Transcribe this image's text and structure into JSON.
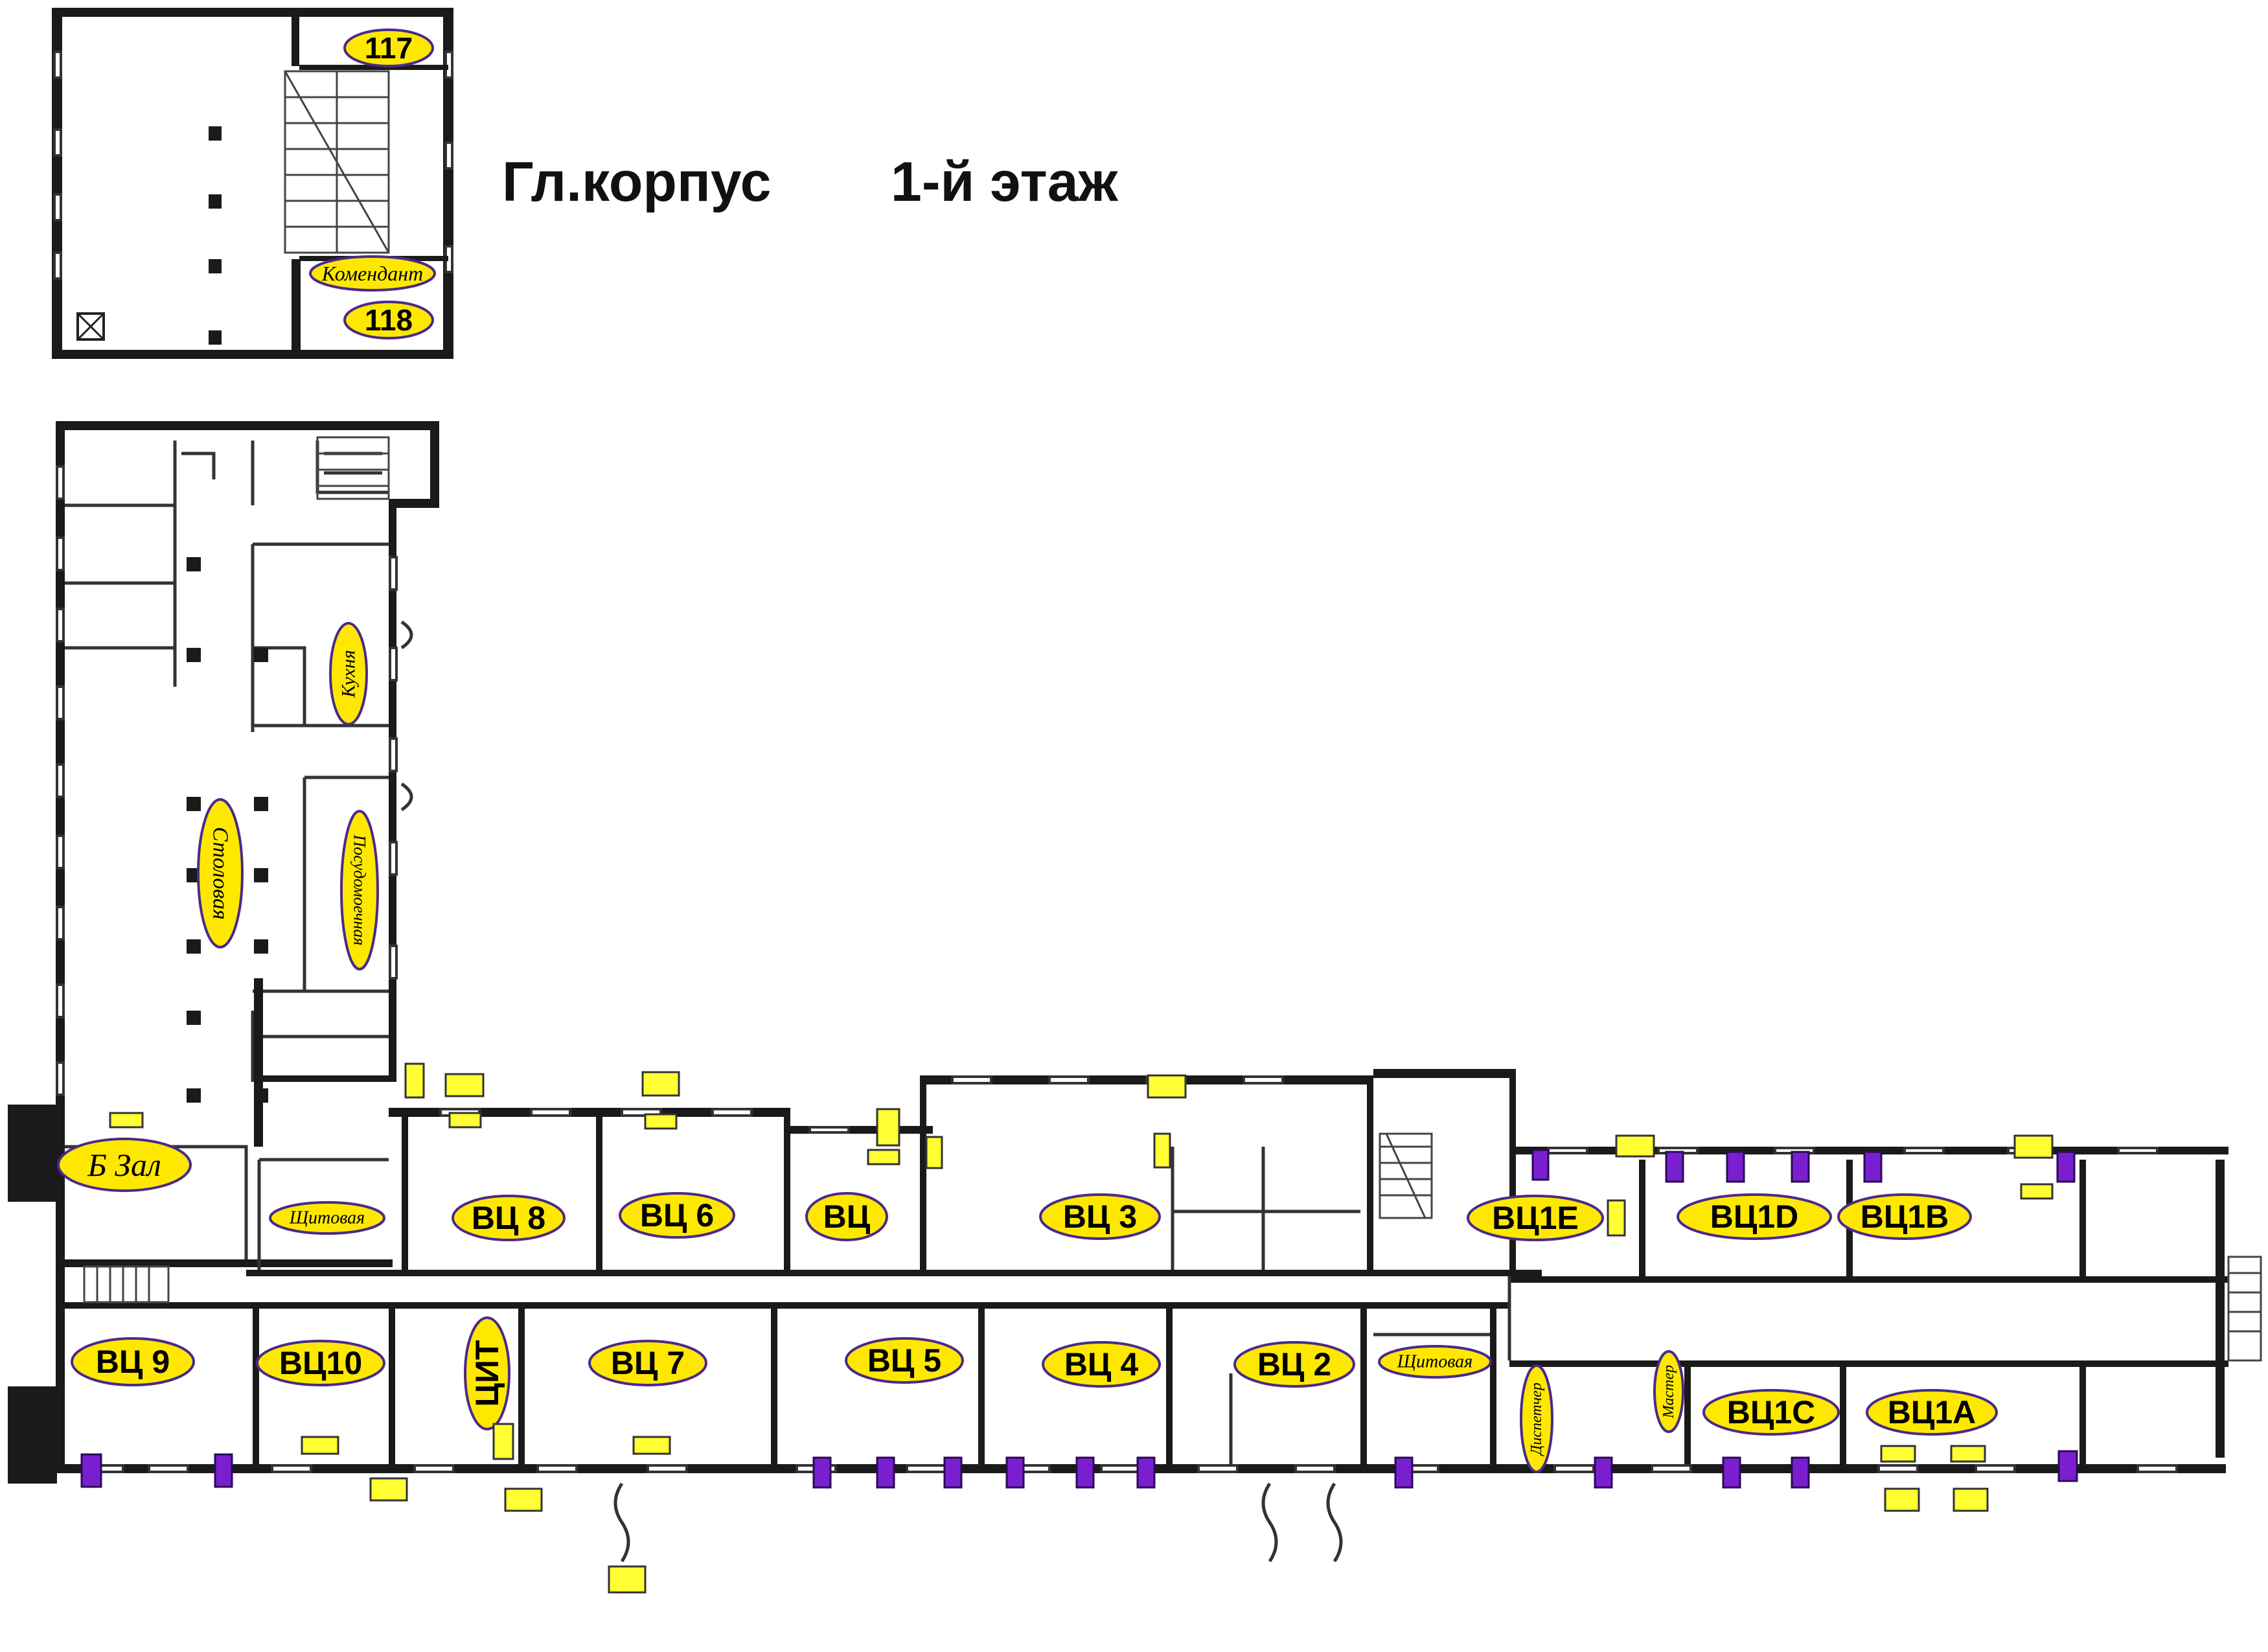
{
  "header": {
    "building": "Гл.корпус",
    "floor": "1-й этаж"
  },
  "rooms": {
    "r117": "117",
    "r118": "118",
    "komendant": "Комендант",
    "kuhnya": "Кухня",
    "stolovaya": "Столовая",
    "posudomoechnaya": "Посудомоечная",
    "b_zal": "Б Зал",
    "shchitovaya_left": "Щитовая",
    "vc8": "ВЦ 8",
    "vc6": "ВЦ 6",
    "vc": "ВЦ",
    "vc3": "ВЦ 3",
    "vc1e": "ВЦ1Е",
    "vc1d": "ВЦ1D",
    "vc1b": "ВЦ1В",
    "vc9": "ВЦ 9",
    "vc10": "ВЦ10",
    "cit": "ЦИТ",
    "vc7": "ВЦ 7",
    "vc5": "ВЦ 5",
    "vc4": "ВЦ 4",
    "vc2": "ВЦ 2",
    "shchitovaya_right": "Щитовая",
    "dispetcher": "Диспетчер",
    "master": "Мастер",
    "vc1c": "ВЦ1С",
    "vc1a": "ВЦ1А"
  },
  "legend_colors": {
    "label_fill": "#ffe800",
    "label_outline": "#4a2a8a",
    "marker_yellow": "#ffff33",
    "marker_purple": "#7a1fd0",
    "walls": "#1a1a1a"
  }
}
